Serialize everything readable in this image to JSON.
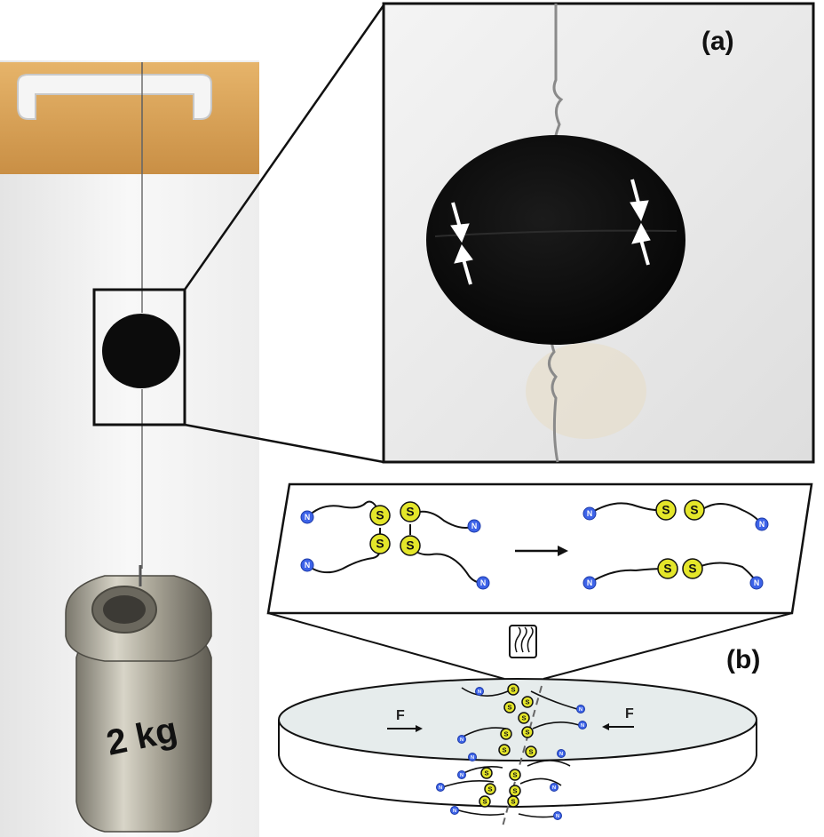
{
  "figure": {
    "panel_a_label": "(a)",
    "panel_b_label": "(b)",
    "weight_label": "2 kg",
    "force_label": "F",
    "sulfur_symbol": "S",
    "nitrogen_symbol": "N"
  },
  "colors": {
    "sulfur_fill": "#e4e62a",
    "nitrogen_fill": "#3d63e8",
    "disc_top": "#e6ecec",
    "sample_black": "#0c0c0c",
    "wood": "#d9a55a",
    "wall": "#f2f2f2"
  }
}
